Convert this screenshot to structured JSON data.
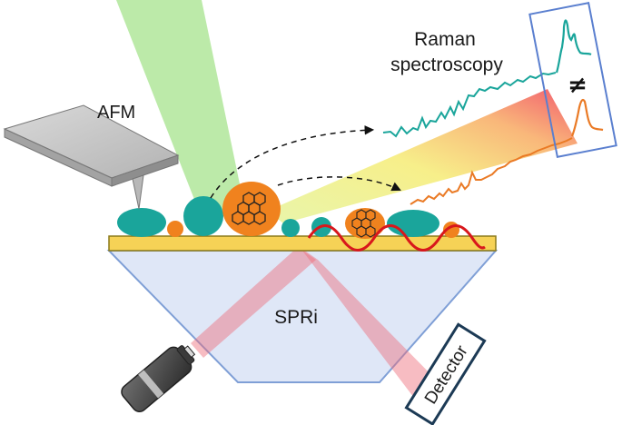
{
  "labels": {
    "afm": "AFM",
    "raman_line1": "Raman",
    "raman_line2": "spectroscopy",
    "spri": "SPRi",
    "detector": "Detector",
    "not_equal": "≠"
  },
  "colors": {
    "green_beam": "#b5e8a0",
    "teal": "#1aa59b",
    "orange": "#f0821e",
    "gold_substrate": "#f6d256",
    "prism_fill": "#dfe7f7",
    "prism_stroke": "#7f9fd6",
    "laser_red": "#ee6a78",
    "plasmon_red": "#d8171c",
    "teal_spectrum": "#1aa59b",
    "orange_spectrum": "#ea7a25",
    "box_stroke": "#5a7fcf",
    "dark_gray": "#4a4a4a"
  },
  "icons": {
    "afm": "afm-cantilever-icon",
    "laser": "laser-source-icon",
    "molecule": "polyaromatic-molecule-icon"
  }
}
